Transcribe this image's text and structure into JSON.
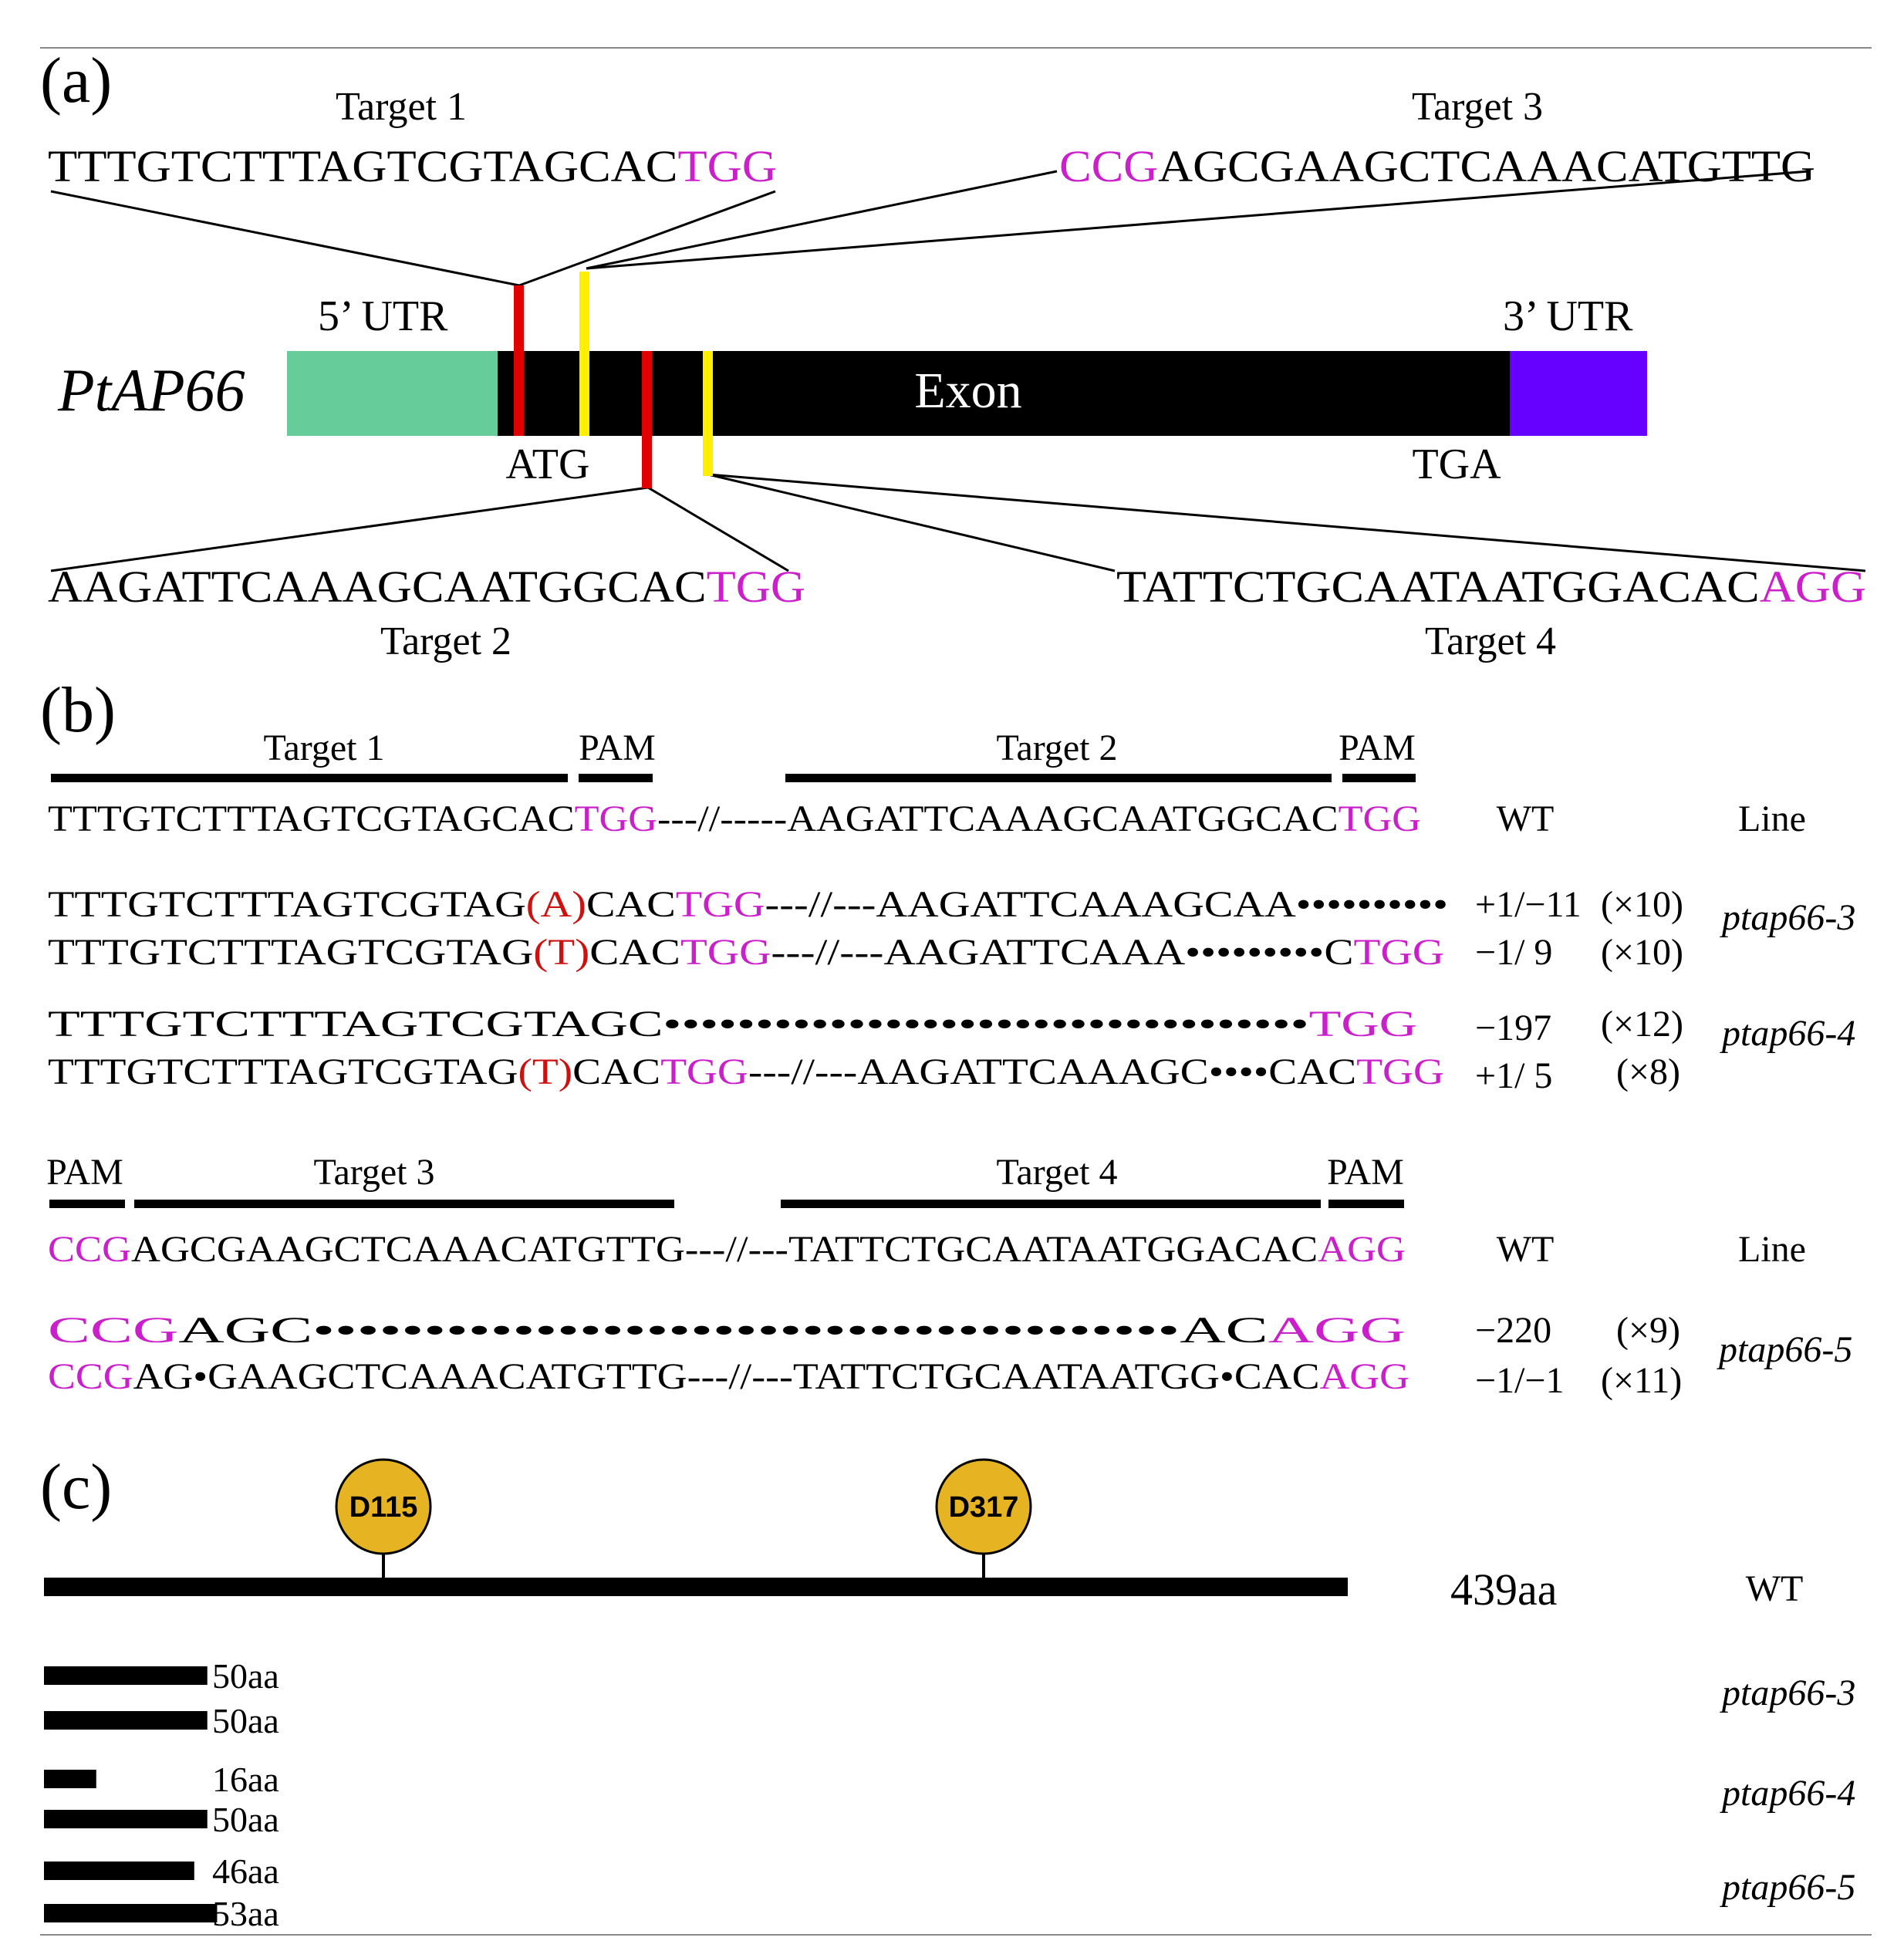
{
  "colors": {
    "pam": "#cc1fcc",
    "insertion": "#cc1111",
    "utr5": "#66cc99",
    "utr3": "#6600ff",
    "exon": "#000000",
    "target_red": "#e00000",
    "target_yellow": "#ffee00",
    "site_marker": "#e6b422"
  },
  "panel_a": {
    "label": "(a)",
    "gene_name": "PtAP66",
    "utr5_label": "5’ UTR",
    "utr3_label": "3’ UTR",
    "exon_label": "Exon",
    "start_codon": "ATG",
    "stop_codon": "TGA",
    "targets": [
      {
        "name": "Target 1",
        "seq": "TTTGTCTTTAGTCGTAGCAC",
        "pam": "TGG"
      },
      {
        "name": "Target 2",
        "seq": "AAGATTCAAAGCAATGGCAC",
        "pam": "TGG"
      },
      {
        "name": "Target 3",
        "pam": "CCG",
        "seq": "AGCGAAGCTCAAACATGTTG"
      },
      {
        "name": "Target 4",
        "seq": "TATTCTGCAATAATGGACAC",
        "pam": "AGG"
      }
    ]
  },
  "panel_b": {
    "label": "(b)",
    "top_headers": {
      "target1": "Target 1",
      "pam1": "PAM",
      "target2": "Target 2",
      "pam2": "PAM",
      "wt": "WT",
      "line": "Line"
    },
    "top_wt": {
      "a": "TTTGTCTTTAGTCGTAGCAC",
      "b": "TGG",
      "c": "---//-----AAGATTCAAAGCAATGGCAC",
      "d": "TGG"
    },
    "ptap66_3": {
      "line": "ptap66-3",
      "r1": {
        "a": "TTTGTCTTTAGTCGTAG",
        "ins": "(A)",
        "b": "CAC",
        "pam": "TGG",
        "c": "---//---AAGATTCAAAGCAA",
        "dots": "••••••••••",
        "muts": "+1/−11",
        "count": "(×10)"
      },
      "r2": {
        "a": "TTTGTCTTTAGTCGTAG",
        "ins": "(T)",
        "b": "CAC",
        "pam": "TGG",
        "c": "---//---AAGATTCAAA",
        "dots": "•••••••••",
        "d": "C",
        "pam2": "TGG",
        "muts": "−1/ 9",
        "count": "(×10)"
      }
    },
    "ptap66_4": {
      "line": "ptap66-4",
      "r1": {
        "a": "TTTGTCTTTAGTCGTAGC",
        "dots": "•••••••••••••••••••••••••••••••••••",
        "pam": "TGG",
        "muts": "−197",
        "count": "(×12)"
      },
      "r2": {
        "a": "TTTGTCTTTAGTCGTAG",
        "ins": "(T)",
        "b": "CAC",
        "pam": "TGG",
        "c": "---//---AAGATTCAAAGC",
        "dots": "••••",
        "d": "CAC",
        "pam2": "TGG",
        "muts": "+1/ 5",
        "count": "(×8)"
      }
    },
    "bottom_headers": {
      "pam1": "PAM",
      "target3": "Target 3",
      "target4": "Target 4",
      "pam2": "PAM",
      "wt": "WT",
      "line": "Line"
    },
    "bottom_wt": {
      "pam": "CCG",
      "a": "AGCGAAGCTCAAACATGTTG---//---TATTCTGCAATAATGGACAC",
      "pam2": "AGG"
    },
    "ptap66_5": {
      "line": "ptap66-5",
      "r1": {
        "pam": "CCG",
        "a": "AGC",
        "dots": "•••••••••••••••••••••••••••••••••••••••",
        "b": "AC",
        "pam2": "AGG",
        "muts": "−220",
        "count": "(×9)"
      },
      "r2": {
        "pam": "CCG",
        "a": "AG",
        "d1": "•",
        "b": "GAAGCTCAAACATGTTG---//---TATTCTGCAATAATGG",
        "d2": "•",
        "c": "CAC",
        "pam2": "AGG",
        "muts": "−1/−1",
        "count": "(×11)"
      }
    }
  },
  "panel_c": {
    "label": "(c)",
    "sites": [
      "D115",
      "D317"
    ],
    "wt_length": "439aa",
    "wt_label": "WT",
    "proteins": [
      {
        "length": "50aa",
        "aa": 50
      },
      {
        "length": "50aa",
        "aa": 50
      },
      {
        "length": "16aa",
        "aa": 16
      },
      {
        "length": "50aa",
        "aa": 50
      },
      {
        "length": "46aa",
        "aa": 46
      },
      {
        "length": "53aa",
        "aa": 53
      }
    ],
    "lines": [
      "ptap66-3",
      "ptap66-4",
      "ptap66-5"
    ]
  }
}
